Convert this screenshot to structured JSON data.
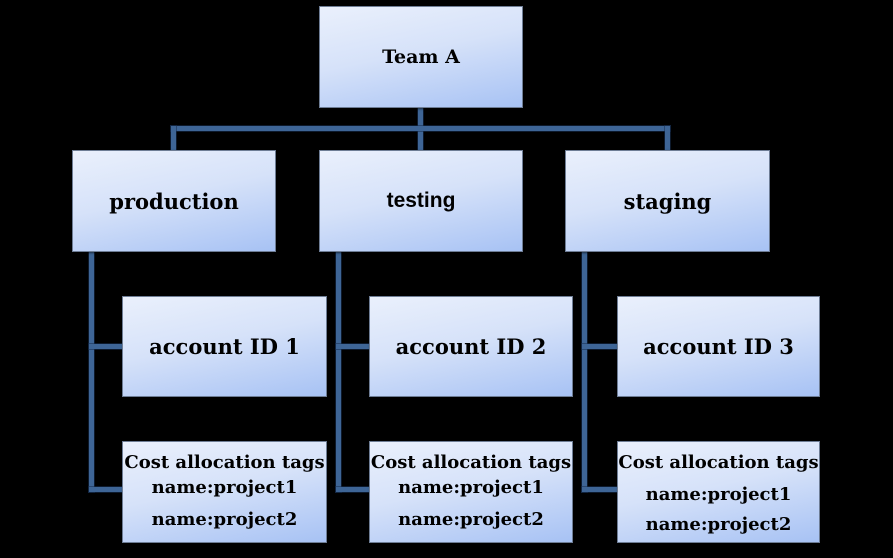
{
  "colors": {
    "background": "#000000",
    "connector": "#3e6596",
    "box_border": "#6e7d95",
    "box_gradient_top": "#eaf0fc",
    "box_gradient_bottom": "#a7c2f4",
    "text": "#000000"
  },
  "diagram": {
    "root": {
      "label": "Team A"
    },
    "branches": [
      {
        "env": "production",
        "account": "account ID 1",
        "tags_title": "Cost allocation tags",
        "tags": [
          "name:project1",
          "name:project2"
        ]
      },
      {
        "env": "testing",
        "account": "account ID 2",
        "tags_title": "Cost allocation tags",
        "tags": [
          "name:project1",
          "name:project2"
        ]
      },
      {
        "env": "staging",
        "account": "account ID 3",
        "tags_title": "Cost allocation tags",
        "tags": [
          "name:project1",
          "name:project2"
        ]
      }
    ]
  }
}
